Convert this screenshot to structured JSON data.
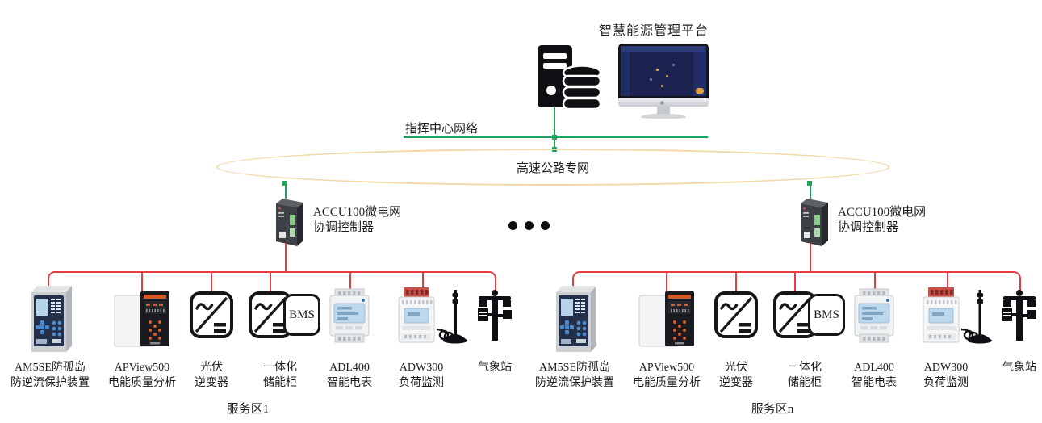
{
  "colors": {
    "green": "#1ea357",
    "red": "#e83c42",
    "ellipse_stroke": "#f1d8a4",
    "text": "#1d1d1d"
  },
  "platform": {
    "title": "智慧能源管理平台"
  },
  "networks": {
    "command_center": "指挥中心网络",
    "backbone": "高速公路专网"
  },
  "controller": {
    "line1": "ACCU100微电网",
    "line2": "协调控制器"
  },
  "icons": [
    "server-database-icon",
    "platform-monitor",
    "accu100-controller-icon",
    "protection-relay-icon",
    "power-quality-analyzer-icon",
    "pv-inverter-icon",
    "energy-storage-bms-icon",
    "energy-meter-icon",
    "load-monitor-icon",
    "antenna-icon",
    "weather-station-icon"
  ],
  "service_areas": [
    {
      "name": "服务区1",
      "devices": [
        {
          "line1": "AM5SE防孤岛",
          "line2": "防逆流保护装置"
        },
        {
          "line1": "APView500",
          "line2": "电能质量分析"
        },
        {
          "line1": "光伏",
          "line2": "逆变器"
        },
        {
          "line1": "一体化",
          "line2": "储能柜",
          "badge": "BMS"
        },
        {
          "line1": "ADL400",
          "line2": "智能电表"
        },
        {
          "line1": "ADW300",
          "line2": "负荷监测"
        },
        {
          "line1": "气象站",
          "line2": ""
        }
      ]
    },
    {
      "name": "服务区n",
      "devices": [
        {
          "line1": "AM5SE防孤岛",
          "line2": "防逆流保护装置"
        },
        {
          "line1": "APView500",
          "line2": "电能质量分析"
        },
        {
          "line1": "光伏",
          "line2": "逆变器"
        },
        {
          "line1": "一体化",
          "line2": "储能柜",
          "badge": "BMS"
        },
        {
          "line1": "ADL400",
          "line2": "智能电表"
        },
        {
          "line1": "ADW300",
          "line2": "负荷监测"
        },
        {
          "line1": "气象站",
          "line2": ""
        }
      ]
    }
  ]
}
